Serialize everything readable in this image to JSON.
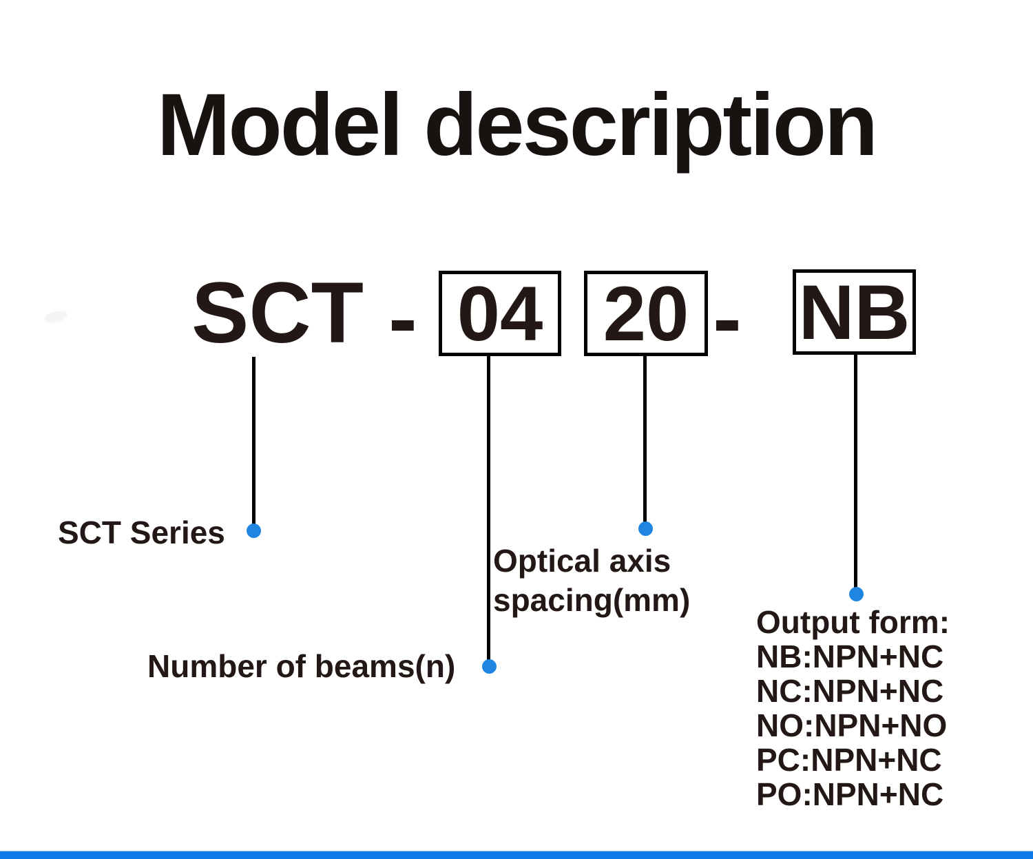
{
  "title": "Model description",
  "model": {
    "prefix": "SCT",
    "dash": "-",
    "beams_value": "04",
    "spacing_value": "20",
    "output_value": "NB"
  },
  "callouts": {
    "series": {
      "label": "SCT Series"
    },
    "beams": {
      "label": "Number of beams(n)"
    },
    "spacing": {
      "line1": "Optical axis",
      "line2": "spacing(mm)"
    },
    "output": {
      "heading": "Output form:",
      "options": [
        "NB:NPN+NC",
        "NC:NPN+NC",
        "NO:NPN+NO",
        "PC:NPN+NC",
        "PO:NPN+NC"
      ]
    }
  },
  "colors": {
    "text": "#231815",
    "line_black": "#000000",
    "dot_blue": "#1e86e0",
    "bottom_bar_blue": "#0c7be8"
  }
}
